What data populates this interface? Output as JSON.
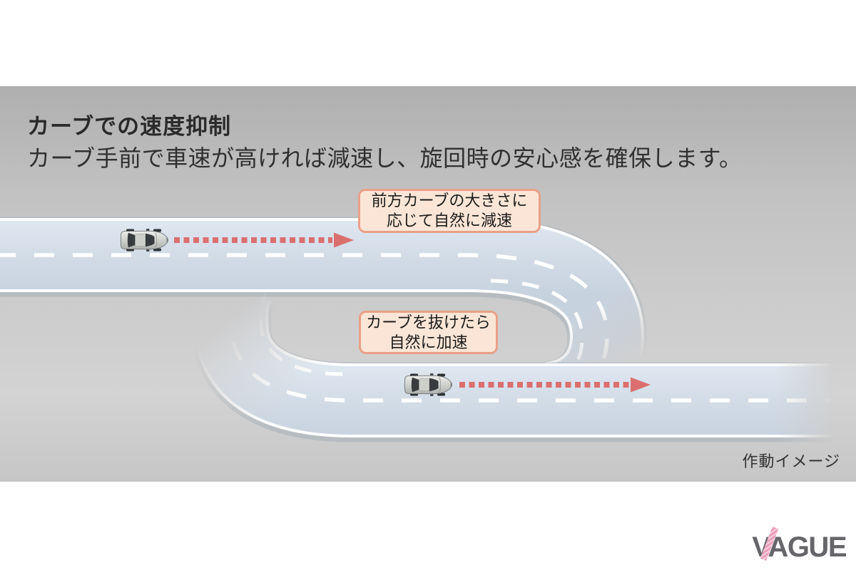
{
  "header": {
    "title": "カーブでの速度抑制",
    "subtitle": "カーブ手前で車速が高ければ減速し、旋回時の安心感を確保します。"
  },
  "diagram": {
    "callout_top": {
      "line1": "前方カーブの大きさに",
      "line2": "応じて自然に減速"
    },
    "callout_bottom": {
      "line1": "カーブを抜けたら",
      "line2": "自然に加速"
    },
    "caption": "作動イメージ",
    "icons": {
      "car_upper": "car-top-view-icon",
      "car_lower": "car-top-view-icon",
      "arrow_upper": "dotted-arrow-right-icon",
      "arrow_lower": "dotted-arrow-right-icon"
    }
  },
  "footer": {
    "logo_text": "VAGUE"
  },
  "colors": {
    "panel_gray": "#c3c3c3",
    "road_surface": "#d2dce7",
    "road_edge": "#ffffff",
    "road_shadow": "#a6aeb7",
    "arrow_red": "#db6f6f",
    "callout_bg": "#fbe5d6",
    "callout_border": "#e9a086",
    "text_dark": "#2a2a2a",
    "logo_gray": "#65656a",
    "logo_pink": "#ec9fbd"
  }
}
